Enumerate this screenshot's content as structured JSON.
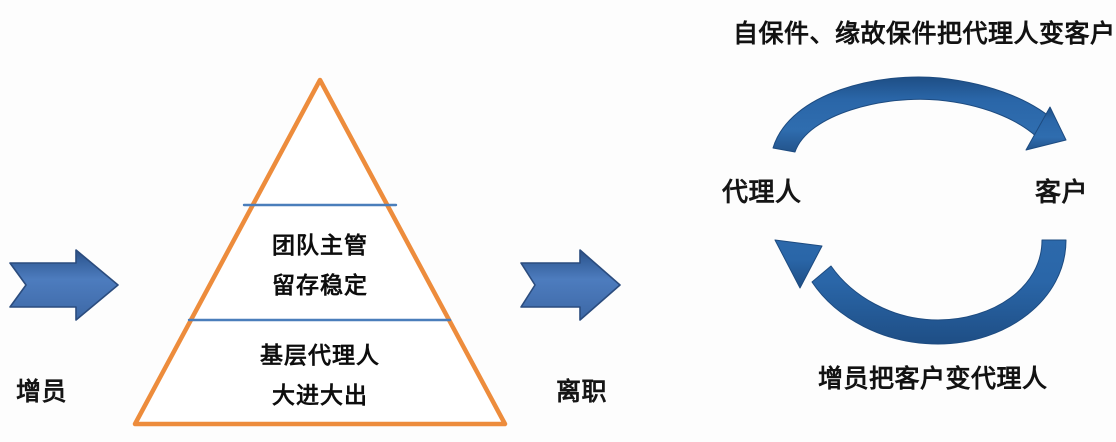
{
  "diagram": {
    "title_right": "自保件、缘故保件把代理人变客户",
    "caption_bottom": "增员把客户变代理人",
    "stages": [
      {
        "name": "recruit",
        "label": "增员"
      },
      {
        "name": "resign",
        "label": "离职"
      }
    ],
    "pyramid": {
      "tiers": [
        {
          "name": "apex",
          "lines": []
        },
        {
          "name": "middle",
          "lines": [
            "团队主管",
            "留存稳定"
          ]
        },
        {
          "name": "base",
          "lines": [
            "基层代理人",
            "大进大出"
          ]
        }
      ]
    },
    "cycle": {
      "nodes": [
        {
          "name": "agent",
          "label": "代理人"
        },
        {
          "name": "customer",
          "label": "客户"
        }
      ],
      "arcs": [
        {
          "name": "agent-to-customer",
          "direction": "right",
          "label": "自保件、缘故保件把代理人变客户"
        },
        {
          "name": "customer-to-agent",
          "direction": "left",
          "label": "增员把客户变代理人"
        }
      ]
    },
    "colors": {
      "pyramid_outline": "#ED8C3C",
      "divider_line": "#4A7EBB",
      "arrow_blue": "#4A76B8",
      "arrow_blue_dark": "#2F4F82",
      "arc_blue": "#2A66A8",
      "arc_blue_dark": "#1E4E85",
      "text": "#111111",
      "background": "#FDFDFD"
    }
  }
}
